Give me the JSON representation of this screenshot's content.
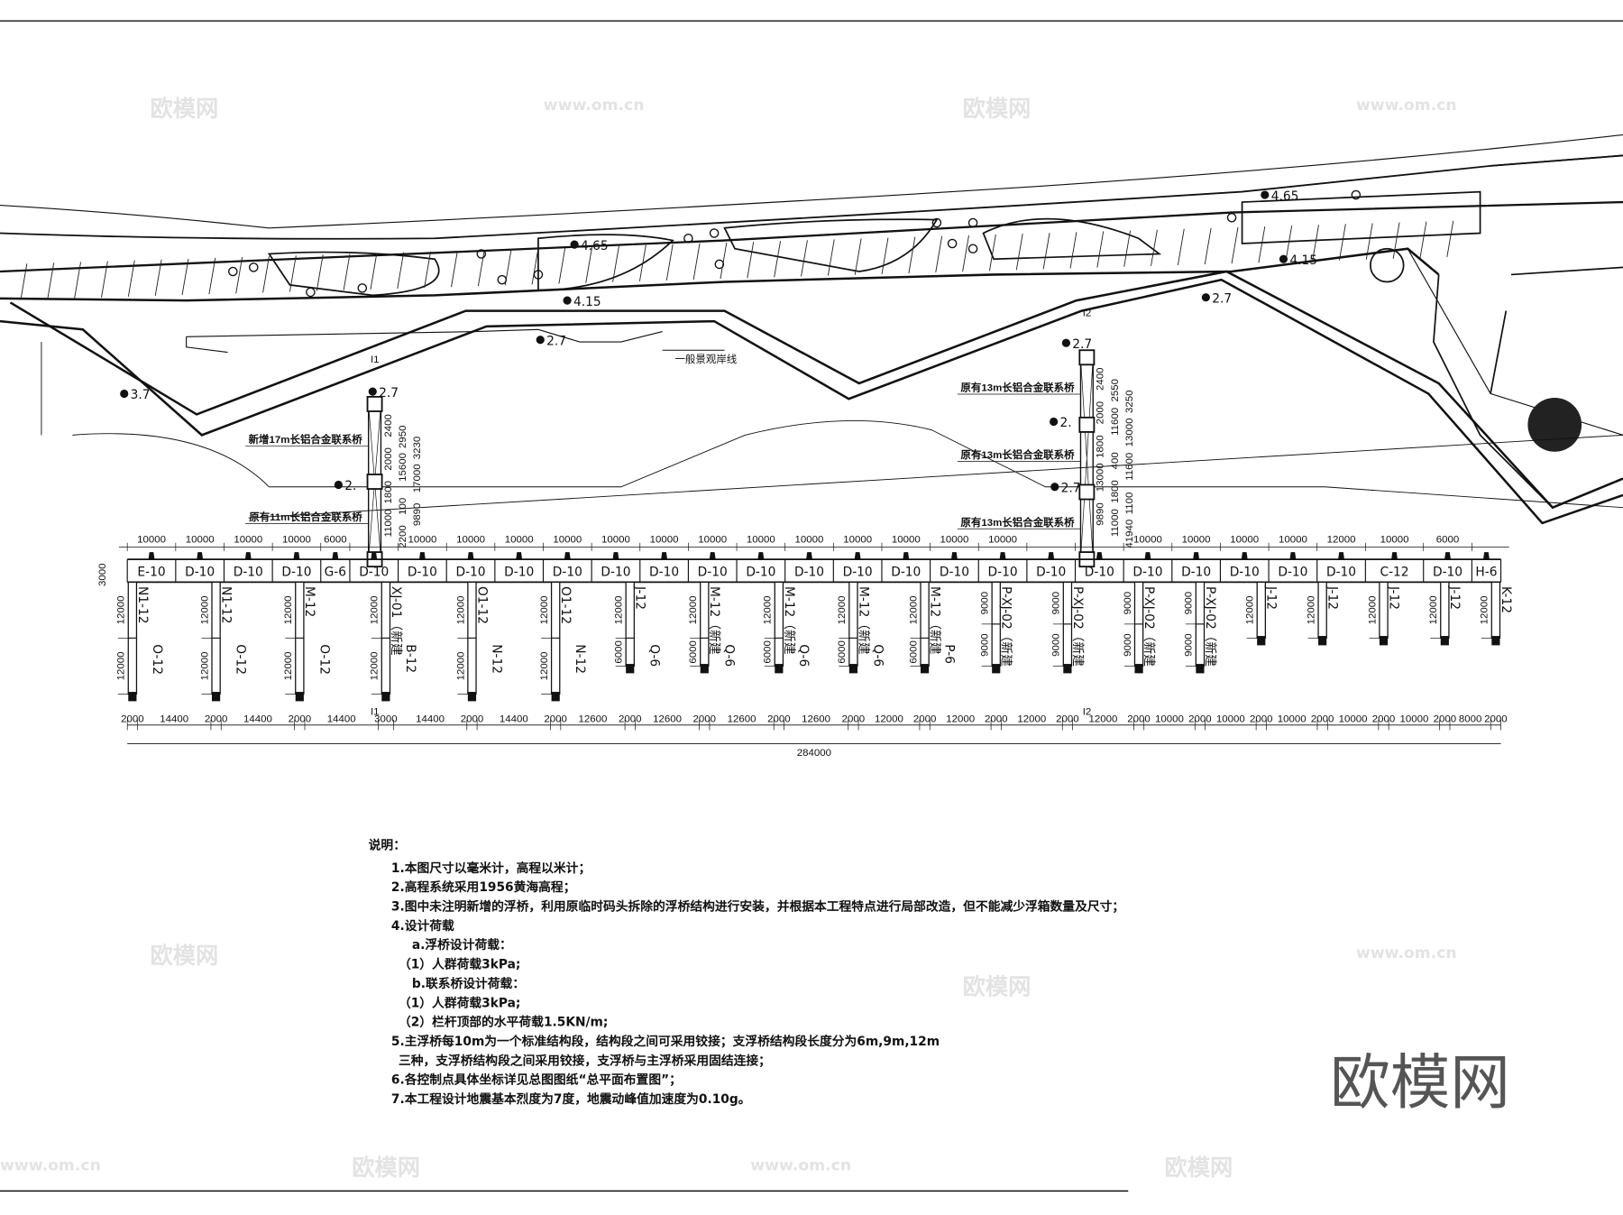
{
  "watermarks": {
    "brand": "欧模网",
    "site": "www.om.cn",
    "logo": "欧模网"
  },
  "plan": {
    "elevations": [
      "4.65",
      "4.65",
      "4.15",
      "4.15",
      "2.7",
      "2.7",
      "3.7",
      "2.7",
      "2.7",
      "2.",
      "2.",
      "2.7",
      "2.",
      "2."
    ],
    "shore_line_label": "一般景观岸线",
    "axis_marks": [
      "I1",
      "I1",
      "I2",
      "I2"
    ],
    "connectors": {
      "left": {
        "labels": [
          "新增17m长铝合金联系桥",
          "原有11m长铝合金联系桥"
        ],
        "dims": [
          "2400",
          "2950",
          "3230",
          "2000",
          "15600",
          "17000",
          "1800",
          "100",
          "9890",
          "11000",
          "2200"
        ]
      },
      "right": {
        "labels": [
          "原有13m长铝合金联系桥",
          "原有13m长铝合金联系桥",
          "原有13m长铝合金联系桥"
        ],
        "dims": [
          "2400",
          "2550",
          "3250",
          "2000",
          "11600",
          "13000",
          "1800",
          "400",
          "11600",
          "13000",
          "1800",
          "1100",
          "9890",
          "11000",
          "41940"
        ]
      }
    }
  },
  "main_bridge": {
    "width_dim": "3000",
    "segments": [
      "E-10",
      "D-10",
      "D-10",
      "D-10",
      "G-6",
      "D-10",
      "D-10",
      "D-10",
      "D-10",
      "D-10",
      "D-10",
      "D-10",
      "D-10",
      "D-10",
      "D-10",
      "D-10",
      "D-10",
      "D-10",
      "D-10",
      "D-10",
      "D-10",
      "D-10",
      "D-10",
      "D-10",
      "D-10",
      "D-10",
      "C-12",
      "D-10",
      "H-6"
    ],
    "top_dims": [
      "10000",
      "10000",
      "10000",
      "10000",
      "6000",
      "",
      "10000",
      "10000",
      "10000",
      "10000",
      "10000",
      "10000",
      "10000",
      "10000",
      "10000",
      "10000",
      "10000",
      "10000",
      "10000",
      "",
      "",
      "10000",
      "10000",
      "10000",
      "10000",
      "12000",
      "10000",
      "6000"
    ],
    "total_dim": "284000"
  },
  "branches": [
    {
      "upper": "N1-12",
      "lower": "O-12",
      "dims": [
        "12000",
        "12000"
      ]
    },
    {
      "upper": "N1-12",
      "lower": "O-12",
      "dims": [
        "12000",
        "12000"
      ]
    },
    {
      "upper": "M-12",
      "lower": "O-12",
      "dims": [
        "12000",
        "12000"
      ]
    },
    {
      "upper": "XJ-01（新建",
      "lower": "B-12",
      "dims": [
        "12000",
        "12000"
      ]
    },
    {
      "upper": "O1-12",
      "lower": "N-12",
      "dims": [
        "12000",
        "12000"
      ]
    },
    {
      "upper": "O1-12",
      "lower": "N-12",
      "dims": [
        "12000",
        "12000"
      ]
    },
    {
      "upper": "J-12",
      "lower": "Q-6",
      "dims": [
        "12000",
        "6000"
      ]
    },
    {
      "upper": "M-12（新建",
      "lower": "Q-6",
      "dims": [
        "12000",
        "6000"
      ]
    },
    {
      "upper": "M-12（新建",
      "lower": "Q-6",
      "dims": [
        "12000",
        "6000"
      ]
    },
    {
      "upper": "M-12（新建",
      "lower": "Q-6",
      "dims": [
        "12000",
        "6000"
      ]
    },
    {
      "upper": "M-12（新建",
      "lower": "P-6",
      "dims": [
        "12000",
        "6000"
      ]
    },
    {
      "upper": "P-XJ-02（新建",
      "lower": "",
      "dims": [
        "9000",
        "9000"
      ]
    },
    {
      "upper": "P-XJ-02（新建",
      "lower": "",
      "dims": [
        "9000",
        "9000"
      ]
    },
    {
      "upper": "P-XJ-02（新建",
      "lower": "",
      "dims": [
        "9000",
        "9000"
      ]
    },
    {
      "upper": "P-XJ-02（新建",
      "lower": "",
      "dims": [
        "9000",
        "9000"
      ]
    },
    {
      "upper": "J-12",
      "lower": "",
      "dims": [
        "12000"
      ]
    },
    {
      "upper": "J-12",
      "lower": "",
      "dims": [
        "12000"
      ]
    },
    {
      "upper": "J-12",
      "lower": "",
      "dims": [
        "12000"
      ]
    },
    {
      "upper": "J-12",
      "lower": "",
      "dims": [
        "12000"
      ]
    },
    {
      "upper": "K-12",
      "lower": "",
      "dims": [
        "12000"
      ]
    },
    {
      "upper": "K-12",
      "lower": "",
      "dims": [
        "12000"
      ]
    }
  ],
  "bottom_dims": [
    "2000",
    "14400",
    "2000",
    "14400",
    "2000",
    "14400",
    "3000",
    "14400",
    "2000",
    "14400",
    "2000",
    "12600",
    "2000",
    "12600",
    "2000",
    "12600",
    "2000",
    "12600",
    "2000",
    "12000",
    "2000",
    "12000",
    "2000",
    "12000",
    "2000",
    "12000",
    "2000",
    "10000",
    "2000",
    "10000",
    "2000",
    "10000",
    "2000",
    "10000",
    "2000",
    "10000",
    "2000",
    "8000",
    "2000"
  ],
  "notes": {
    "title": "说明：",
    "items": [
      "1.本图尺寸以毫米计，高程以米计；",
      "2.高程系统采用1956黄海高程；",
      "3.图中未注明新增的浮桥，利用原临时码头拆除的浮桥结构进行安装，并根据本工程特点进行局部改造，但不能减少浮箱数量及尺寸；",
      "4.设计荷载",
      "a.浮桥设计荷载：",
      "（1）人群荷载3kPa;",
      "b.联系桥设计荷载：",
      "（1）人群荷载3kPa;",
      "（2）栏杆顶部的水平荷载1.5KN/m;",
      "5.主浮桥每10m为一个标准结构段，结构段之间可采用铰接；支浮桥结构段长度分为6m,9m,12m",
      "三种，支浮桥结构段之间采用铰接，支浮桥与主浮桥采用固结连接；",
      "6.各控制点具体坐标详见总图图纸“总平面布置图”；",
      "7.本工程设计地震基本烈度为7度，地震动峰值加速度为0.10g。"
    ]
  }
}
